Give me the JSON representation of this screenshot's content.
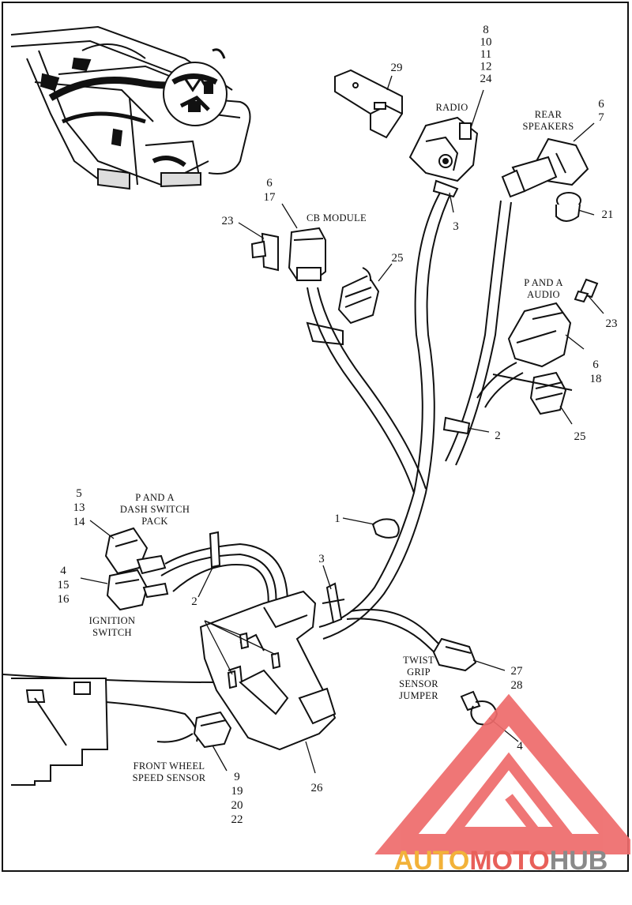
{
  "callouts": {
    "c29": [
      "29"
    ],
    "radio_nums": [
      "8",
      "10",
      "11",
      "12",
      "24"
    ],
    "rear_nums": [
      "6",
      "7"
    ],
    "cb_nums": [
      "6",
      "17"
    ],
    "c23a": [
      "23"
    ],
    "c25a": [
      "25"
    ],
    "c3a": [
      "3"
    ],
    "c21": [
      "21"
    ],
    "c23b": [
      "23"
    ],
    "paudio_nums": [
      "6",
      "18"
    ],
    "c2a": [
      "2"
    ],
    "c25b": [
      "25"
    ],
    "c1": [
      "1"
    ],
    "dash_nums": [
      "5",
      "13",
      "14"
    ],
    "ign_nums": [
      "4",
      "15",
      "16"
    ],
    "c2b": [
      "2"
    ],
    "c3b": [
      "3"
    ],
    "twist_nums": [
      "27",
      "28"
    ],
    "c4": [
      "4"
    ],
    "fws_nums": [
      "9",
      "19",
      "20",
      "22"
    ],
    "c26": [
      "26"
    ]
  },
  "labels": {
    "radio": [
      "RADIO"
    ],
    "rear_speakers": [
      "REAR",
      "SPEAKERS"
    ],
    "cb_module": [
      "CB MODULE"
    ],
    "p_and_a_audio": [
      "P AND A",
      "AUDIO"
    ],
    "p_and_a_dash": [
      "P AND A",
      "DASH SWITCH",
      "PACK"
    ],
    "ignition_switch": [
      "IGNITION",
      "SWITCH"
    ],
    "twist_grip": [
      "TWIST",
      "GRIP",
      "SENSOR",
      "JUMPER"
    ],
    "front_wheel": [
      "FRONT WHEEL",
      "SPEED SENSOR"
    ]
  },
  "watermark": {
    "part1": "AUTO",
    "part2": "MOTO",
    "part3": "HUB",
    "color1": "#f2b23a",
    "color2": "#e8605a",
    "color3": "#8a8a8a",
    "logo_color": "#ee6b6b"
  }
}
